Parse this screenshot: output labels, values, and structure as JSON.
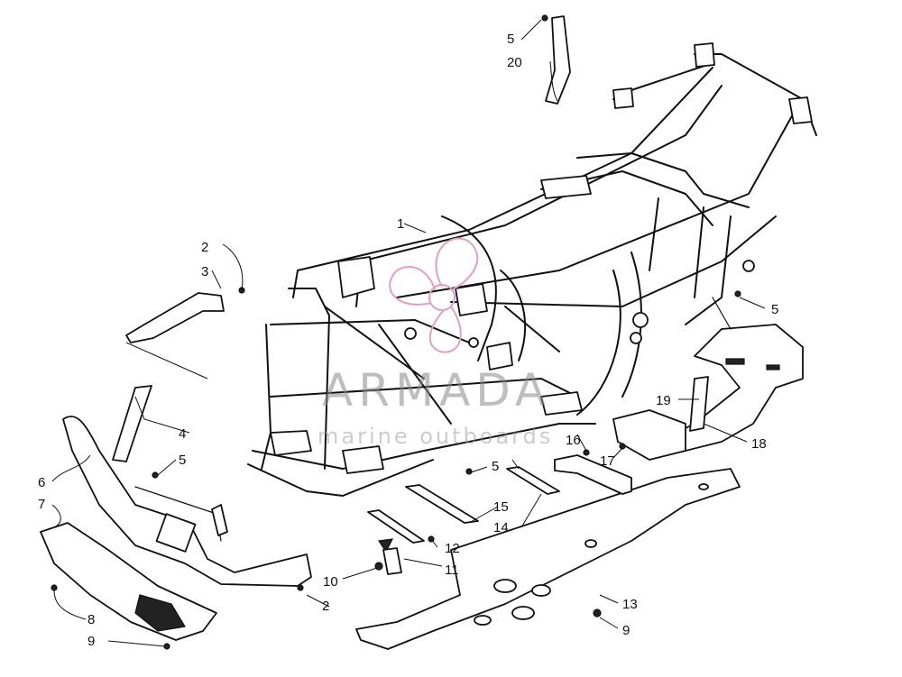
{
  "callouts": [
    {
      "id": "c1",
      "label": "1"
    },
    {
      "id": "c2a",
      "label": "2"
    },
    {
      "id": "c2b",
      "label": "2"
    },
    {
      "id": "c3",
      "label": "3"
    },
    {
      "id": "c4",
      "label": "4"
    },
    {
      "id": "c5a",
      "label": "5"
    },
    {
      "id": "c5b",
      "label": "5"
    },
    {
      "id": "c5c",
      "label": "5"
    },
    {
      "id": "c5d",
      "label": "5"
    },
    {
      "id": "c6",
      "label": "6"
    },
    {
      "id": "c7",
      "label": "7"
    },
    {
      "id": "c8",
      "label": "8"
    },
    {
      "id": "c9a",
      "label": "9"
    },
    {
      "id": "c9b",
      "label": "9"
    },
    {
      "id": "c10",
      "label": "10"
    },
    {
      "id": "c11",
      "label": "11"
    },
    {
      "id": "c12",
      "label": "12"
    },
    {
      "id": "c13",
      "label": "13"
    },
    {
      "id": "c14",
      "label": "14"
    },
    {
      "id": "c15",
      "label": "15"
    },
    {
      "id": "c16",
      "label": "16"
    },
    {
      "id": "c17",
      "label": "17"
    },
    {
      "id": "c18",
      "label": "18"
    },
    {
      "id": "c19",
      "label": "19"
    },
    {
      "id": "c20",
      "label": "20"
    }
  ],
  "watermark": {
    "brand": "ARMADA",
    "tagline": "marine outboards",
    "logo_color": "#e0a0c0"
  }
}
